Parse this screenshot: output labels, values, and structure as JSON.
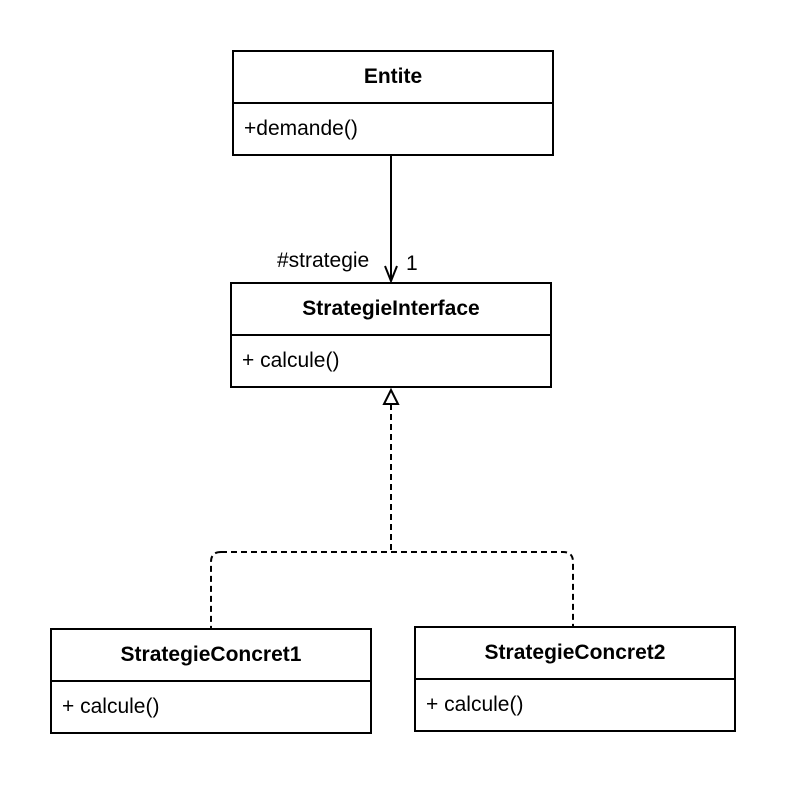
{
  "classes": {
    "entite": {
      "name": "Entite",
      "method": "+demande()"
    },
    "strategie_interface": {
      "name": "StrategieInterface",
      "method": "+ calcule()"
    },
    "strategie_concret1": {
      "name": "StrategieConcret1",
      "method": "+ calcule()"
    },
    "strategie_concret2": {
      "name": "StrategieConcret2",
      "method": "+ calcule()"
    }
  },
  "association": {
    "role": "#strategie",
    "multiplicity": "1"
  }
}
